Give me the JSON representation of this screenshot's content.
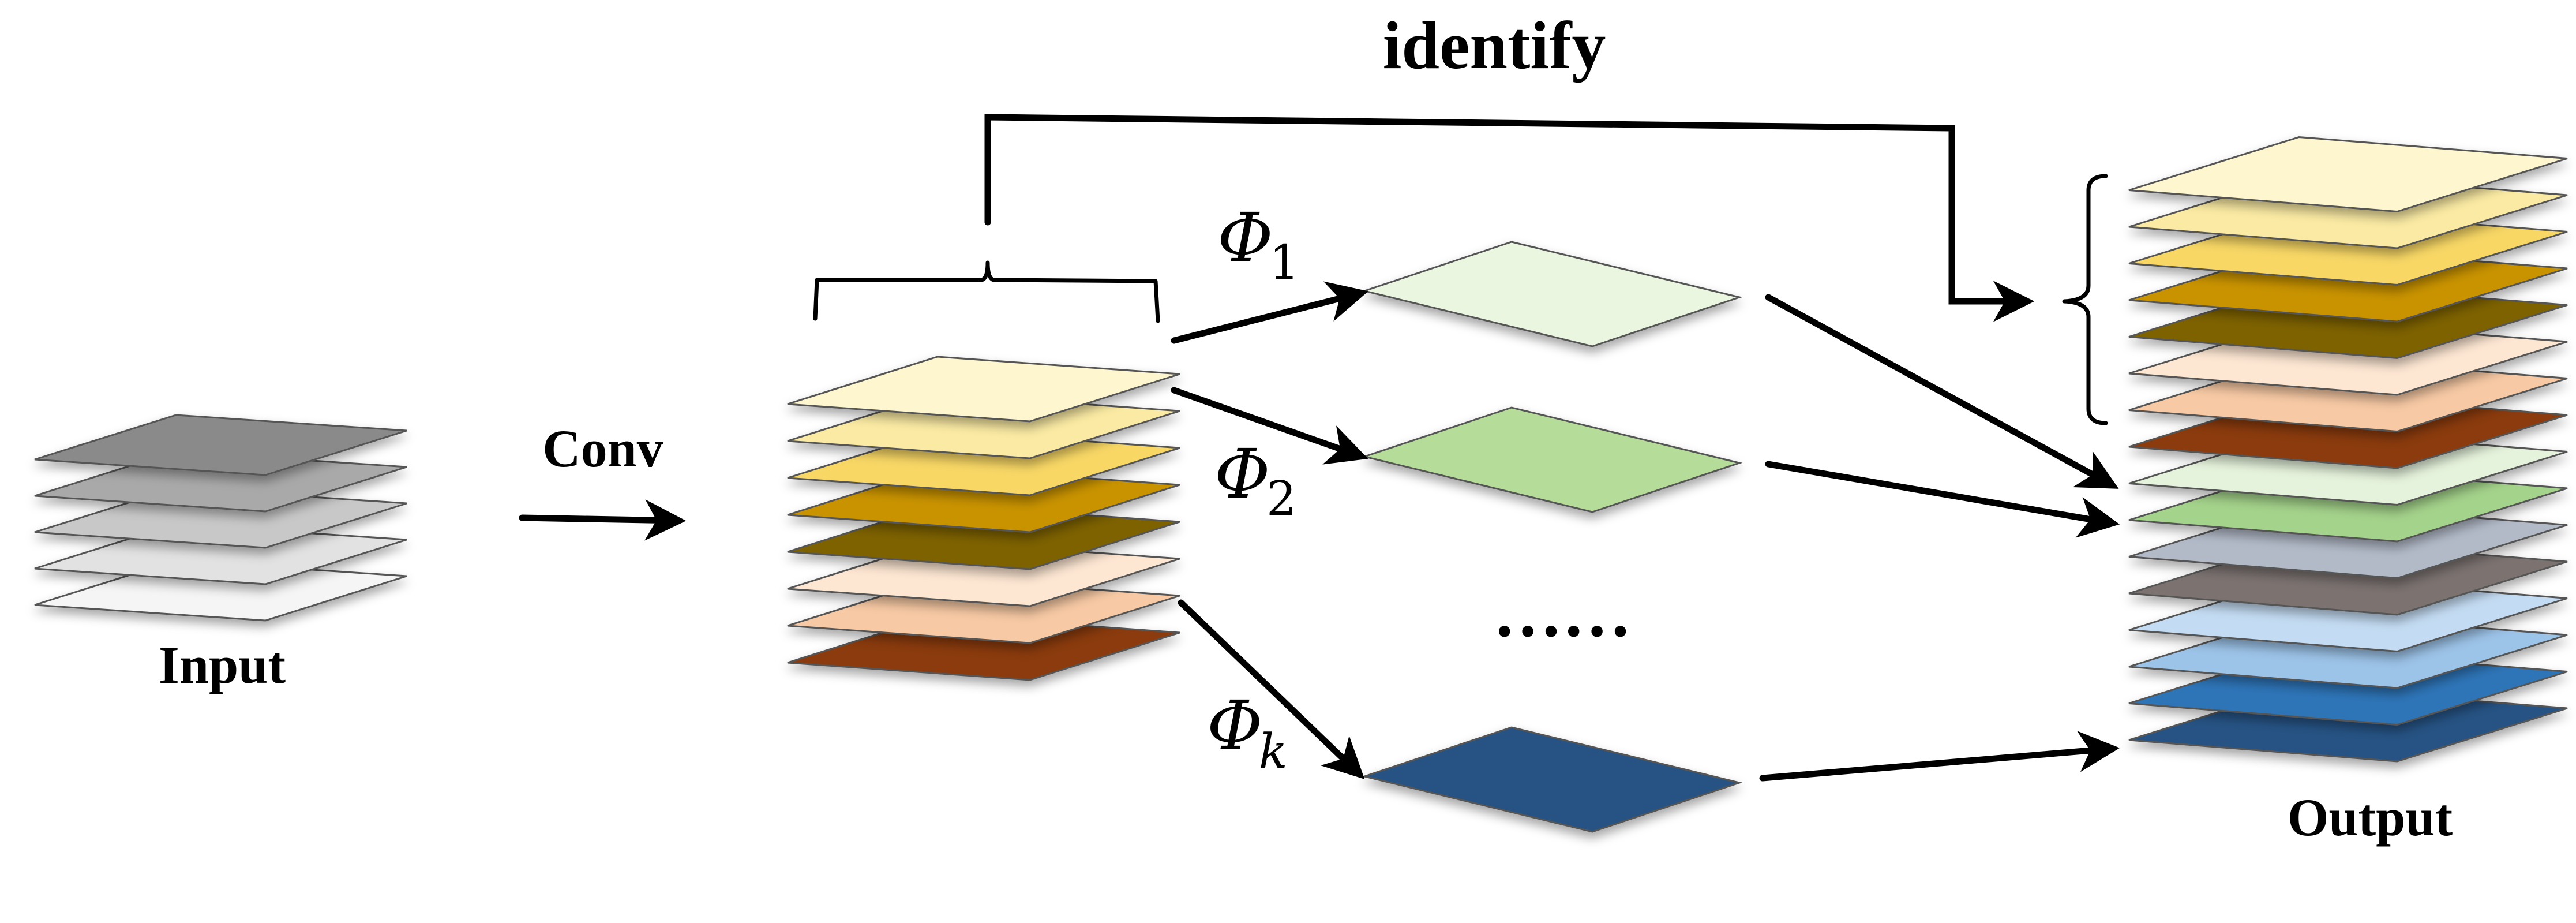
{
  "labels": {
    "input": "Input",
    "conv": "Conv",
    "output": "Output",
    "identify": "identify",
    "phi_symbol": "Φ",
    "phi1_sub": "1",
    "phi2_sub": "2",
    "phik_sub": "k",
    "ellipsis": "……"
  },
  "colors": {
    "input_layers": [
      "#f5f5f5",
      "#e2e2e2",
      "#c8c8c8",
      "#a9a9a9",
      "#8a8a8a"
    ],
    "conv_layers": [
      "#8b3a0e",
      "#f7c9a4",
      "#fde6d2",
      "#7e6200",
      "#c99300",
      "#f8d765",
      "#faeaa3",
      "#fdf6cf"
    ],
    "phi1": "#eaf6e0",
    "phi2": "#b5dd99",
    "phik": "#255284",
    "output_layers": [
      "#255284",
      "#2f74b8",
      "#9cc3e8",
      "#c4dcf3",
      "#7b7371",
      "#b2bac8",
      "#a4d38b",
      "#e6f3dc",
      "#8b3a0e",
      "#f7c9a4",
      "#fde6d2",
      "#7e6200",
      "#c99300",
      "#f8d765",
      "#faeaa3",
      "#fdf6cf"
    ]
  }
}
